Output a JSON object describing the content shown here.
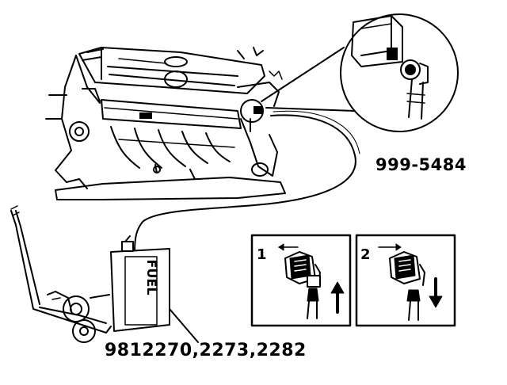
{
  "labels": {
    "tool_number": "999-5484",
    "part_numbers": "9812270,2273,2282",
    "tank_text": "FUEL",
    "step1": "1",
    "step2": "2"
  }
}
